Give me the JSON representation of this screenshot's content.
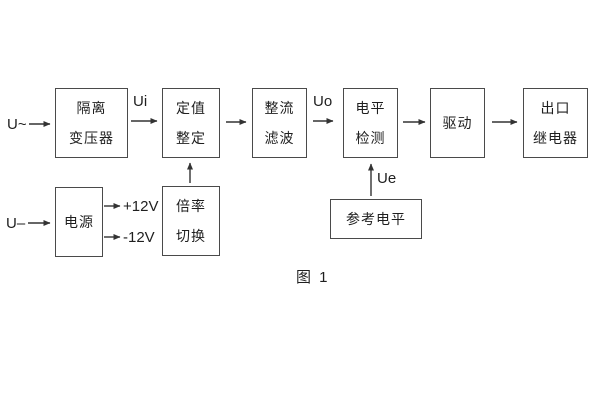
{
  "figure": {
    "caption": "图 1",
    "colors": {
      "line": "#333333",
      "box_border": "#4a4a4a",
      "text": "#1f1f1f",
      "background": "#ffffff"
    },
    "blocks": [
      {
        "name": "isolation-transformer",
        "line1": "隔离",
        "line2": "变压器"
      },
      {
        "name": "setting-adjustment",
        "line1": "定值",
        "line2": "整定"
      },
      {
        "name": "rectifier-filter",
        "line1": "整流",
        "line2": "滤波"
      },
      {
        "name": "level-detection",
        "line1": "电平",
        "line2": "检测"
      },
      {
        "name": "driver",
        "line1": "驱动"
      },
      {
        "name": "output-relay",
        "line1": "出口",
        "line2": "继电器"
      },
      {
        "name": "power-supply",
        "line1": "电源"
      },
      {
        "name": "ratio-switch",
        "line1": "倍率",
        "line2": "切换"
      },
      {
        "name": "reference-level",
        "line1": "参考电平"
      }
    ],
    "signal_labels": {
      "ac_input": "U~",
      "dc_input": "U–",
      "ui": "Ui",
      "uo": "Uo",
      "ue": "Ue",
      "rail_pos": "+12V",
      "rail_neg": "-12V"
    }
  }
}
